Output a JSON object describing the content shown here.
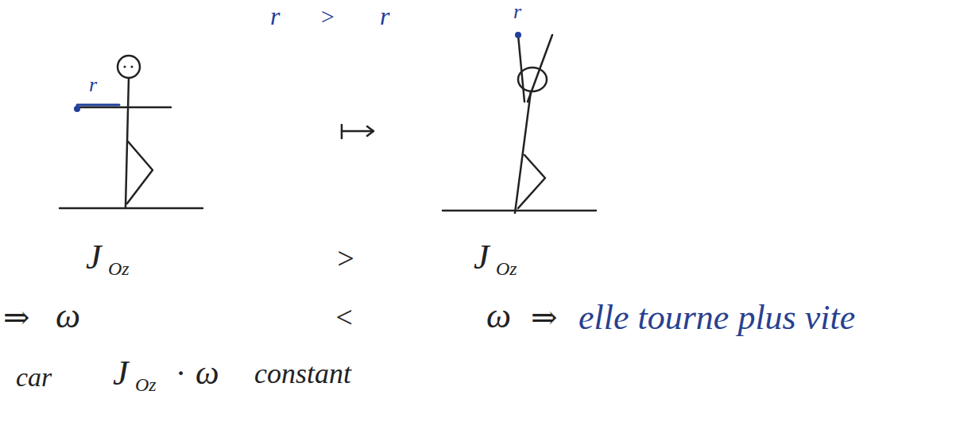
{
  "diagram": {
    "labels": [
      "r",
      ">",
      "r",
      "r",
      "r",
      "J",
      "Oz",
      ">",
      "J",
      "Oz",
      "⇒",
      "ω",
      "<",
      "ω",
      "⇒",
      "elle tourne plus vite",
      "car",
      "J",
      "Oz",
      "·",
      "ω",
      "constant"
    ]
  }
}
